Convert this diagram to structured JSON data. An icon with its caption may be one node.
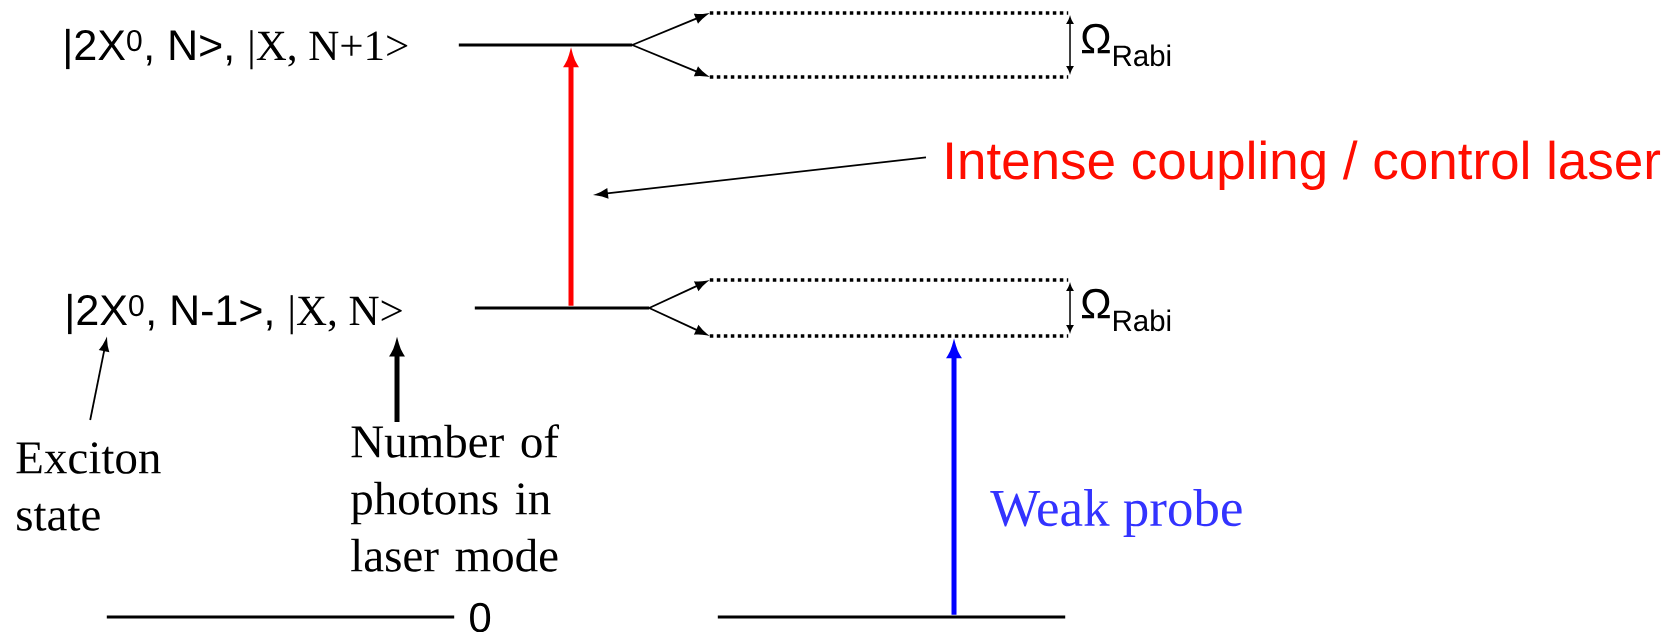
{
  "diagram": {
    "nodes": [
      {
        "text": [
          "|2X$^{0}$, N>,",
          "|X, N+1>"
        ]
      },
      {
        "text": [],
        "shape": "bar"
      },
      {
        "text": [],
        "shape": "bar"
      },
      {
        "text": [],
        "shape": "bar"
      },
      {
        "text": [
          "|2X$^{0}$, N-1>,",
          "|X, N>"
        ]
      },
      {
        "text": [],
        "shape": "bar"
      },
      {
        "text": [],
        "shape": "bar"
      },
      {
        "text": [],
        "shape": "bar"
      },
      {
        "text": [],
        "shape": "bar",
        "beside": [
          "0"
        ]
      },
      {
        "text": [],
        "shape": "bar"
      },
      {
        "text": [
          "Intense coupling / control laser"
        ]
      },
      {
        "text": [
          "Exciton state"
        ]
      },
      {
        "text": [
          "Number of photons in laser mode"
        ]
      }
    ],
    "edges": [
      {
        "from": 5,
        "to": 1,
        "arrow": "to",
        "style": "thick",
        "color": "#ff0000"
      },
      {
        "from": 1,
        "to": 2,
        "arrow": "to"
      },
      {
        "from": 1,
        "to": 3,
        "arrow": "to"
      },
      {
        "from": 5,
        "to": 6,
        "arrow": "to"
      },
      {
        "from": 5,
        "to": 7,
        "arrow": "to"
      },
      {
        "from": 9,
        "to": 7,
        "arrow": "to",
        "style": "thick",
        "color": "#0000ff",
        "label": "Weak probe"
      },
      {
        "from": 10,
        "to": null,
        "arrow": "to"
      },
      {
        "from": 11,
        "to": 4,
        "arrow": "to"
      },
      {
        "from": 12,
        "to": 4,
        "arrow": "to",
        "style": "thick"
      }
    ],
    "labels": [
      "Ω$_{Rabi}$",
      "Ω$_{Rabi}$"
    ]
  }
}
